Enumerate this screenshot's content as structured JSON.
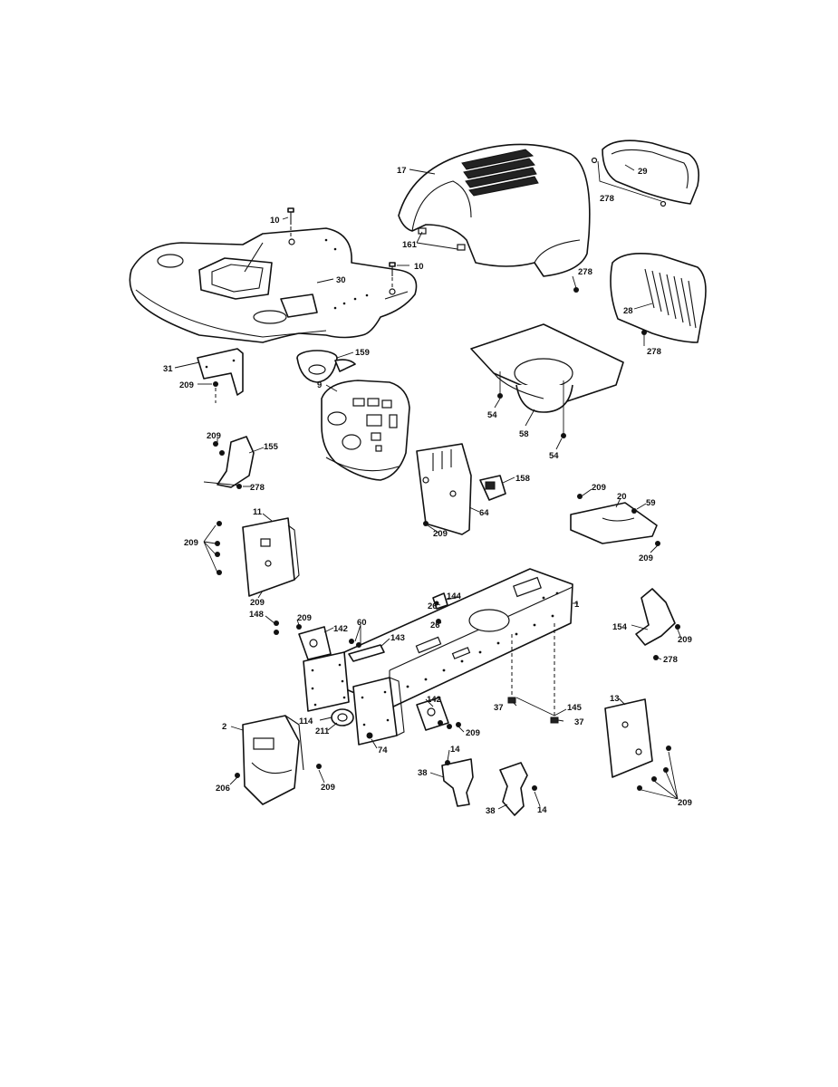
{
  "callouts": [
    {
      "id": "c17",
      "text": "17"
    },
    {
      "id": "c29",
      "text": "29"
    },
    {
      "id": "c278a",
      "text": "278"
    },
    {
      "id": "c10a",
      "text": "10"
    },
    {
      "id": "c161",
      "text": "161"
    },
    {
      "id": "c10b",
      "text": "10"
    },
    {
      "id": "c30",
      "text": "30"
    },
    {
      "id": "c278b",
      "text": "278"
    },
    {
      "id": "c28",
      "text": "28"
    },
    {
      "id": "c278c",
      "text": "278"
    },
    {
      "id": "c159",
      "text": "159"
    },
    {
      "id": "c31",
      "text": "31"
    },
    {
      "id": "c209a",
      "text": "209"
    },
    {
      "id": "c9",
      "text": "9"
    },
    {
      "id": "c54a",
      "text": "54"
    },
    {
      "id": "c58",
      "text": "58"
    },
    {
      "id": "c54b",
      "text": "54"
    },
    {
      "id": "c209b",
      "text": "209"
    },
    {
      "id": "c155",
      "text": "155"
    },
    {
      "id": "c278d",
      "text": "278"
    },
    {
      "id": "c158",
      "text": "158"
    },
    {
      "id": "c64",
      "text": "64"
    },
    {
      "id": "c209c",
      "text": "209"
    },
    {
      "id": "c209d",
      "text": "209"
    },
    {
      "id": "c20",
      "text": "20"
    },
    {
      "id": "c59",
      "text": "59"
    },
    {
      "id": "c209e",
      "text": "209"
    },
    {
      "id": "c11",
      "text": "11"
    },
    {
      "id": "c209f",
      "text": "209"
    },
    {
      "id": "c209g",
      "text": "209"
    },
    {
      "id": "c26a",
      "text": "26"
    },
    {
      "id": "c144",
      "text": "144"
    },
    {
      "id": "c1",
      "text": "1"
    },
    {
      "id": "c26b",
      "text": "26"
    },
    {
      "id": "c148",
      "text": "148"
    },
    {
      "id": "c209h",
      "text": "209"
    },
    {
      "id": "c60",
      "text": "60"
    },
    {
      "id": "c142a",
      "text": "142"
    },
    {
      "id": "c143",
      "text": "143"
    },
    {
      "id": "c154",
      "text": "154"
    },
    {
      "id": "c209i",
      "text": "209"
    },
    {
      "id": "c278e",
      "text": "278"
    },
    {
      "id": "c37a",
      "text": "37"
    },
    {
      "id": "c145",
      "text": "145"
    },
    {
      "id": "c37b",
      "text": "37"
    },
    {
      "id": "c13",
      "text": "13"
    },
    {
      "id": "c114",
      "text": "114"
    },
    {
      "id": "c142b",
      "text": "142"
    },
    {
      "id": "c211",
      "text": "211"
    },
    {
      "id": "c209j",
      "text": "209"
    },
    {
      "id": "c2",
      "text": "2"
    },
    {
      "id": "c74",
      "text": "74"
    },
    {
      "id": "c14a",
      "text": "14"
    },
    {
      "id": "c38a",
      "text": "38"
    },
    {
      "id": "c206",
      "text": "206"
    },
    {
      "id": "c209k",
      "text": "209"
    },
    {
      "id": "c38b",
      "text": "38"
    },
    {
      "id": "c14b",
      "text": "14"
    },
    {
      "id": "c209l",
      "text": "209"
    }
  ]
}
